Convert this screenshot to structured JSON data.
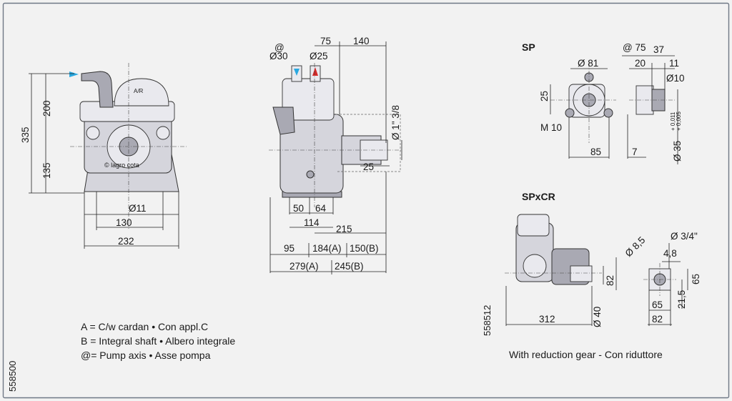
{
  "front_view": {
    "label_air": "A/R",
    "watermark": "© lagro cota",
    "dims": {
      "h335": "335",
      "h200": "200",
      "h135": "135",
      "d11": "Ø11",
      "w130": "130",
      "w232": "232"
    }
  },
  "side_view": {
    "dims": {
      "at": "@",
      "d30": "Ø30",
      "d25": "Ø25",
      "w75": "75",
      "w140": "140",
      "shaft": "Ø 1\" 3/8",
      "w25": "25",
      "w50": "50",
      "w64": "64",
      "w114": "114",
      "w215": "215",
      "w95": "95",
      "w184a": "184(A)",
      "w150b": "150(B)",
      "w279a": "279(A)",
      "w245b": "245(B)"
    }
  },
  "sp_view": {
    "title": "SP",
    "dims": {
      "at75": "@ 75",
      "w37": "37",
      "w20": "20",
      "w11": "11",
      "d81": "Ø 81",
      "d10": "Ø10",
      "h25": "25",
      "m10": "M 10",
      "d35": "Ø 35",
      "tol_top": "+ 0,011",
      "tol_bot": "+ 0,005",
      "w85": "85",
      "w7": "7"
    }
  },
  "spxcr_view": {
    "title": "SPxCR",
    "caption": "With reduction gear - Con riduttore",
    "dims": {
      "d34": "Ø 3/4\"",
      "d85": "Ø 8,5",
      "w4_8": "4,8",
      "h82": "82",
      "h65": "65",
      "d40": "Ø 40",
      "w312": "312",
      "h21_5": "21,5",
      "w65": "65",
      "w82": "82"
    }
  },
  "legend": [
    "A = C/w cardan • Con appl.C",
    "B = Integral shaft • Albero integrale",
    "@= Pump axis • Asse pompa"
  ],
  "codes": {
    "left": "558500",
    "right": "558512"
  },
  "colors": {
    "background": "#f2f2f2",
    "frame": "#6f7886",
    "inlet_marker": "#29a8e0",
    "outlet_marker": "#d62828"
  }
}
